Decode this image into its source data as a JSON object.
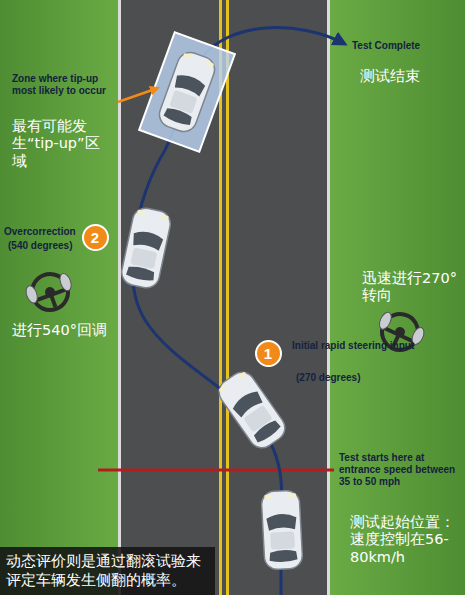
{
  "diagram": {
    "caption": "动态评价则是通过翻滚试验来评定车辆发生侧翻的概率。",
    "nodes": [
      {
        "text": [
          "2"
        ]
      },
      {
        "text": [
          "1"
        ]
      }
    ],
    "labels": [
      "Test Complete",
      "测试结束",
      "Zone where tip-up most likely to occur",
      "最有可能发生“tip-up”区域",
      "Overcorrection",
      "(540 degrees)",
      "进行540°回调",
      "迅速进行270°转向",
      "Initial rapid steering input",
      "(270 degrees)",
      "Test starts here at entrance speed between 35 to 50 mph",
      "测试起始位置：速度控制在56-80km/h"
    ]
  }
}
